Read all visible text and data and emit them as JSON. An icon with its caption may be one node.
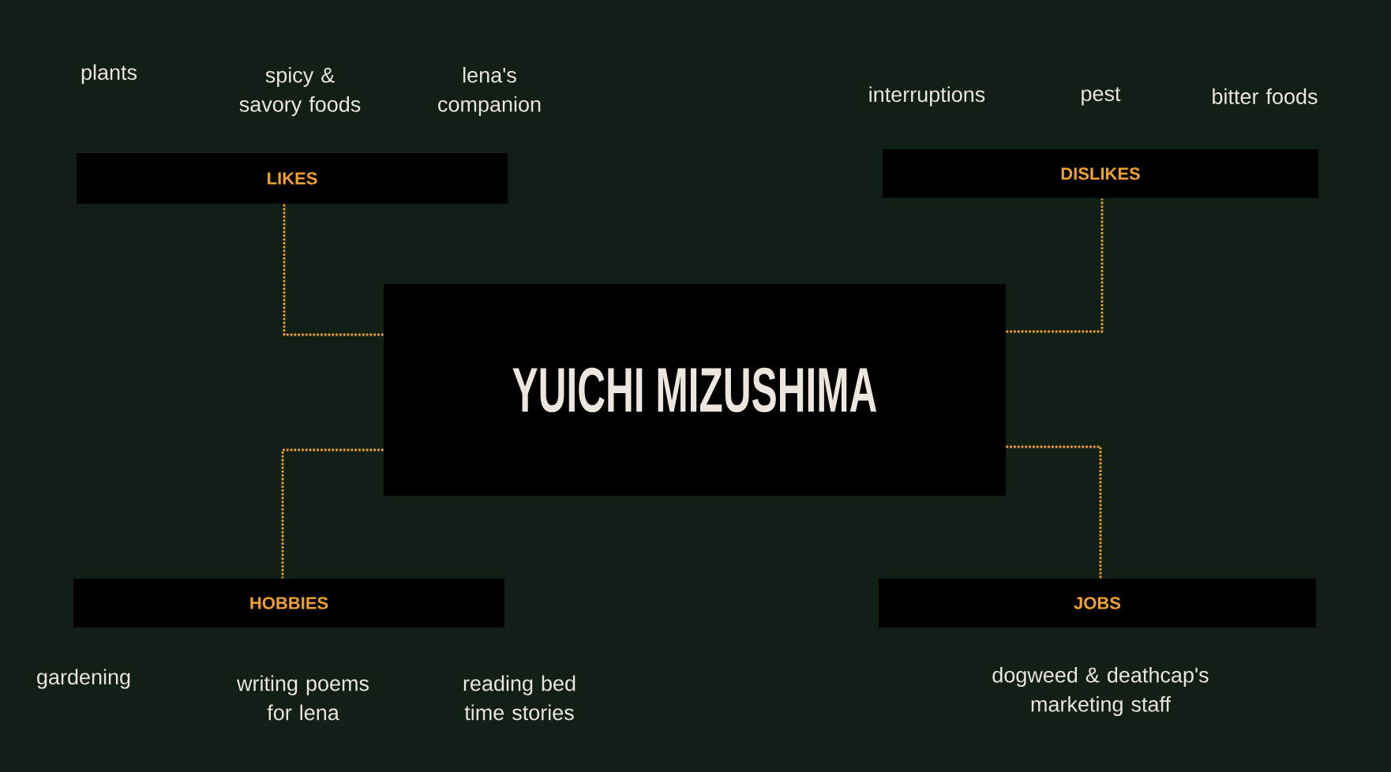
{
  "diagram": {
    "nodes": [
      {
        "text": [
          "YUICHI MIZUSHIMA"
        ]
      },
      {
        "text": [
          "LIKES"
        ],
        "beside": [
          "plants",
          "spicy & savory foods",
          "lena's companion"
        ]
      },
      {
        "text": [
          "DISLIKES"
        ],
        "beside": [
          "interruptions",
          "pest",
          "bitter foods"
        ]
      },
      {
        "text": [
          "HOBBIES"
        ],
        "beside": [
          "gardening",
          "writing poems for lena",
          "reading bed time stories"
        ]
      },
      {
        "text": [
          "JOBS"
        ],
        "beside": [
          "dogweed & deathcap's marketing staff"
        ]
      }
    ],
    "edges": [
      {
        "from": 0,
        "to": 1,
        "arrow": "none",
        "style": "dashed"
      },
      {
        "from": 0,
        "to": 2,
        "arrow": "none",
        "style": "dashed"
      },
      {
        "from": 0,
        "to": 3,
        "arrow": "none",
        "style": "dashed"
      },
      {
        "from": 0,
        "to": 4,
        "arrow": "none",
        "style": "dashed"
      }
    ]
  }
}
